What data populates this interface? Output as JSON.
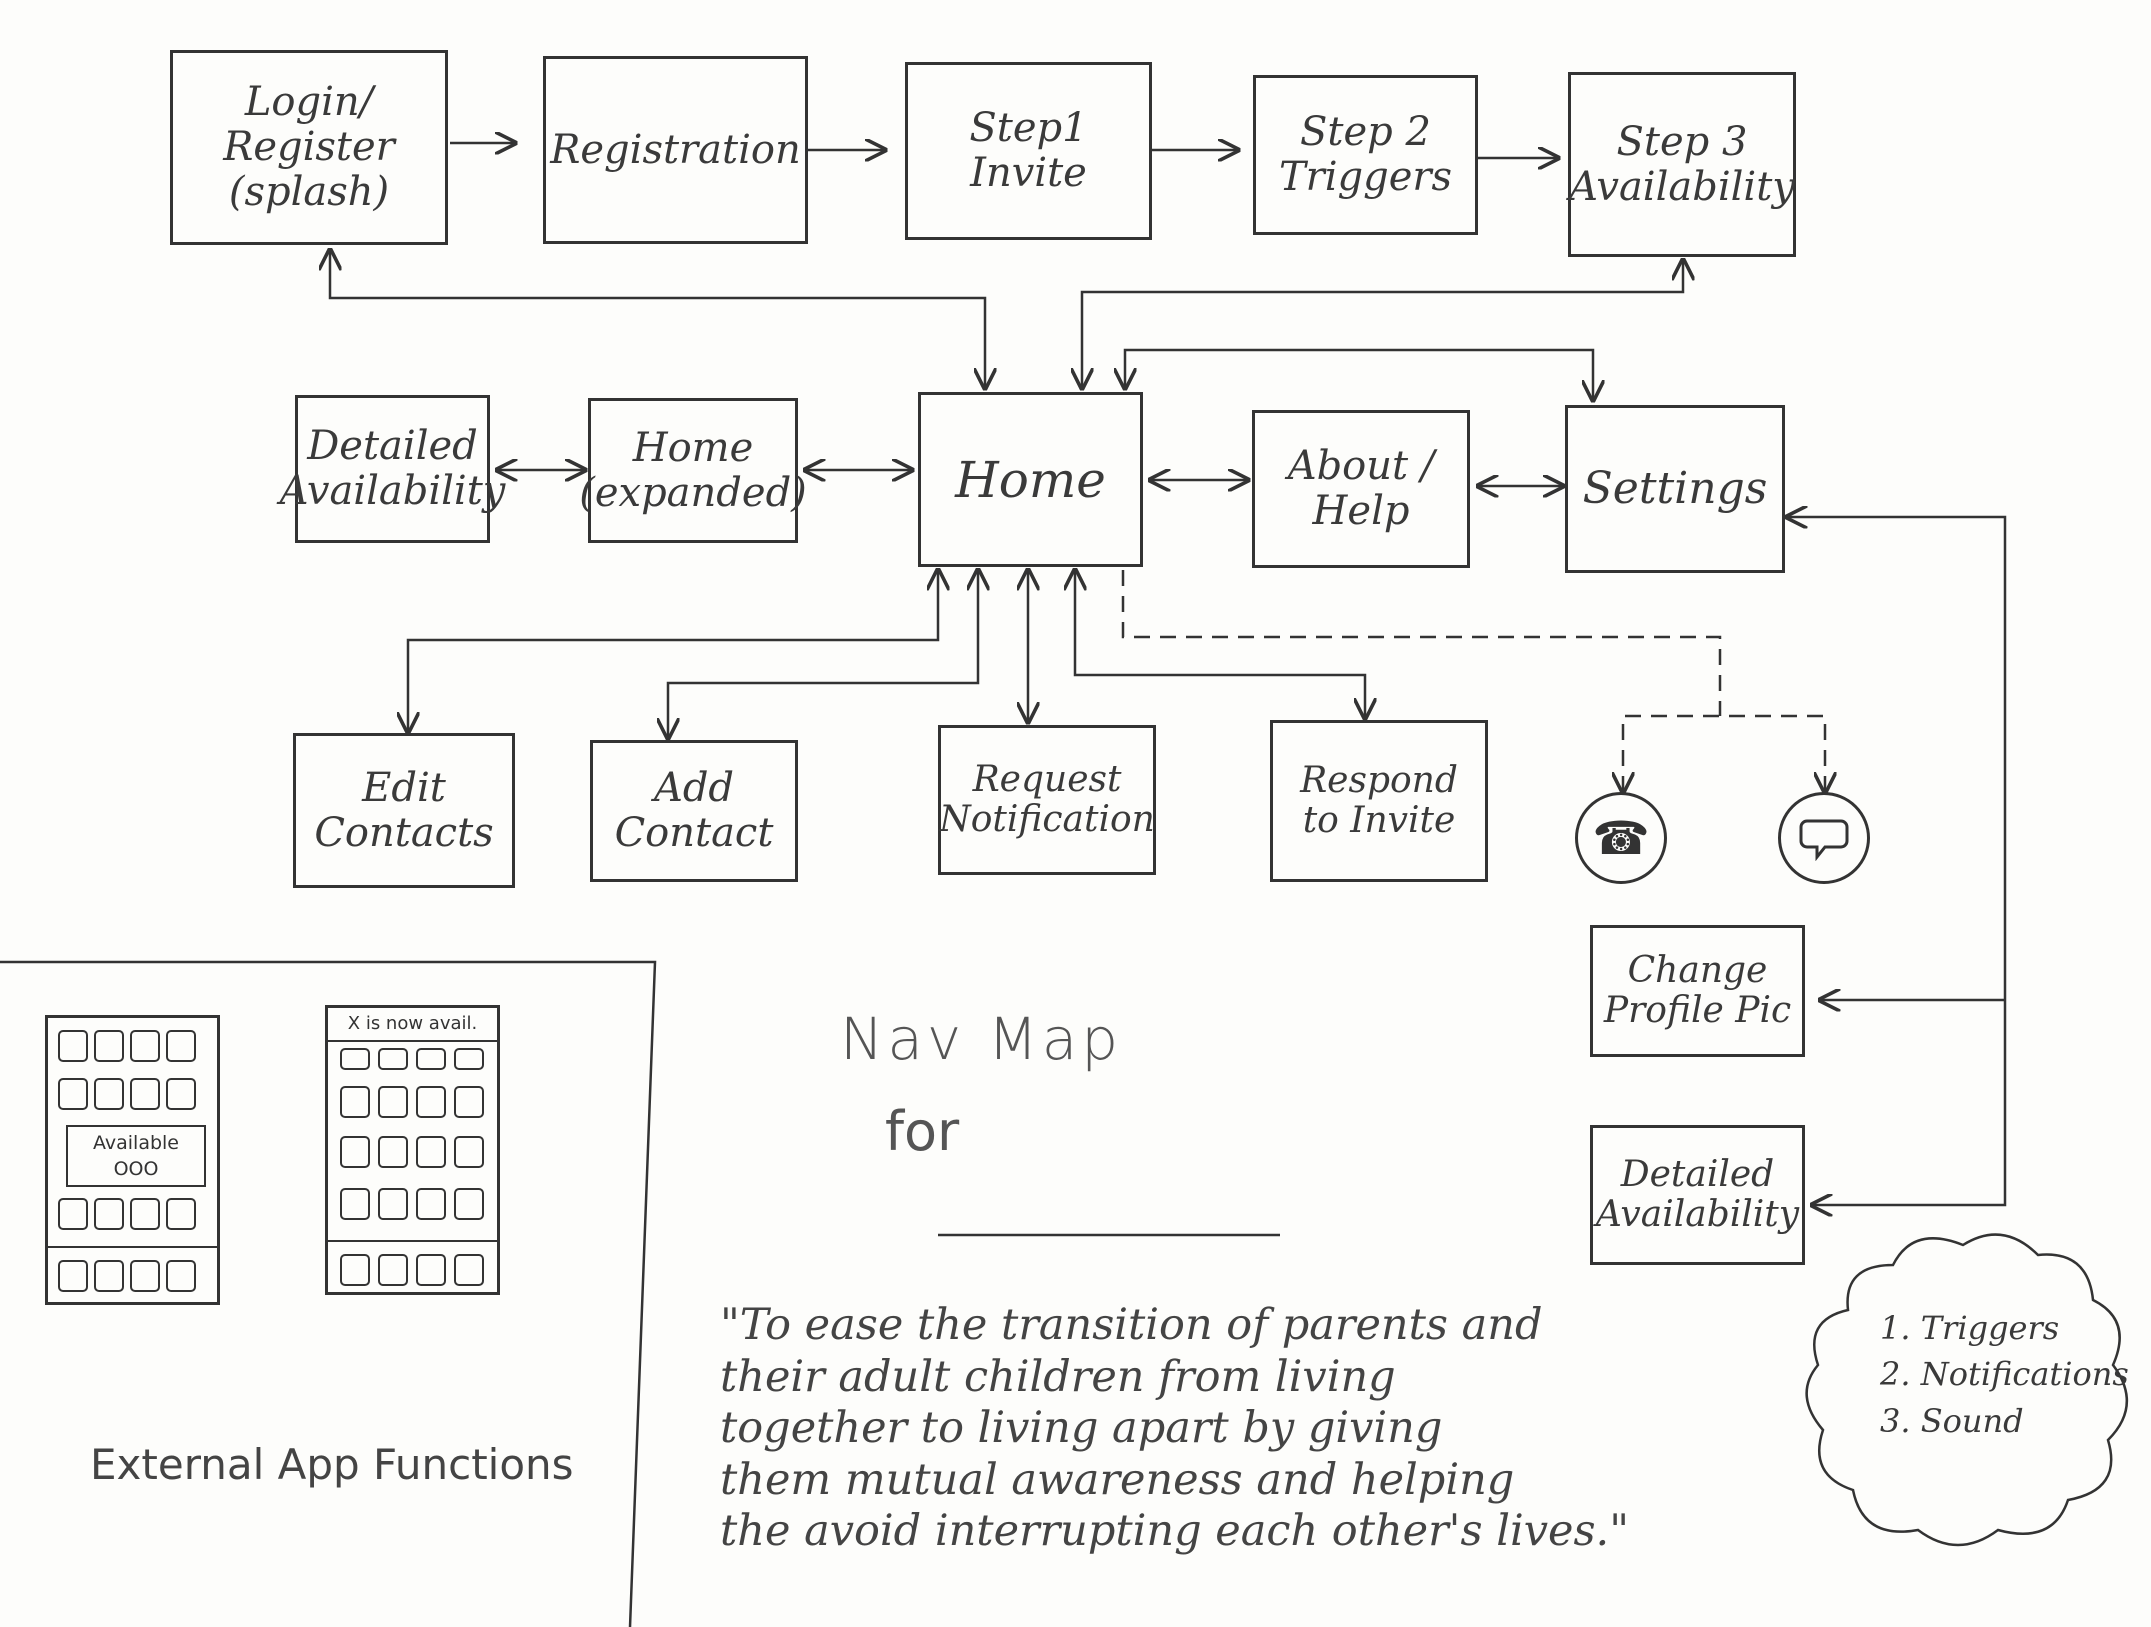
{
  "nodes": {
    "login": "Login/\nRegister\n(splash)",
    "registration": "Registration",
    "step1": "Step1\nInvite",
    "step2": "Step 2\nTriggers",
    "step3": "Step 3\nAvailability",
    "detailed_availability_left": "Detailed\nAvailability",
    "home_expanded": "Home\n(expanded)",
    "home": "Home",
    "about_help": "About /\nHelp",
    "settings": "Settings",
    "edit_contacts": "Edit\nContacts",
    "add_contact": "Add\nContact",
    "request_notification": "Request\nNotification",
    "respond_to_invite": "Respond\nto Invite",
    "change_profile_pic": "Change\nProfile Pic",
    "detailed_availability_right": "Detailed\nAvailability"
  },
  "icons": {
    "call": "phone-icon",
    "message": "speech-bubble-icon"
  },
  "title": {
    "line1": "Nav Map",
    "line2": "for"
  },
  "quote": "\"To ease the transition of parents and\ntheir adult children from living\ntogether to living apart by giving\nthem mutual awareness and helping\nthe avoid interrupting each other's lives.\"",
  "cloud": {
    "items": [
      "1. Triggers",
      "2. Notifications",
      "3. Sound"
    ]
  },
  "external": {
    "caption": "External App Functions",
    "popup_title": "Available",
    "popup_dots": "OOO",
    "notification_text": "X is now avail."
  }
}
